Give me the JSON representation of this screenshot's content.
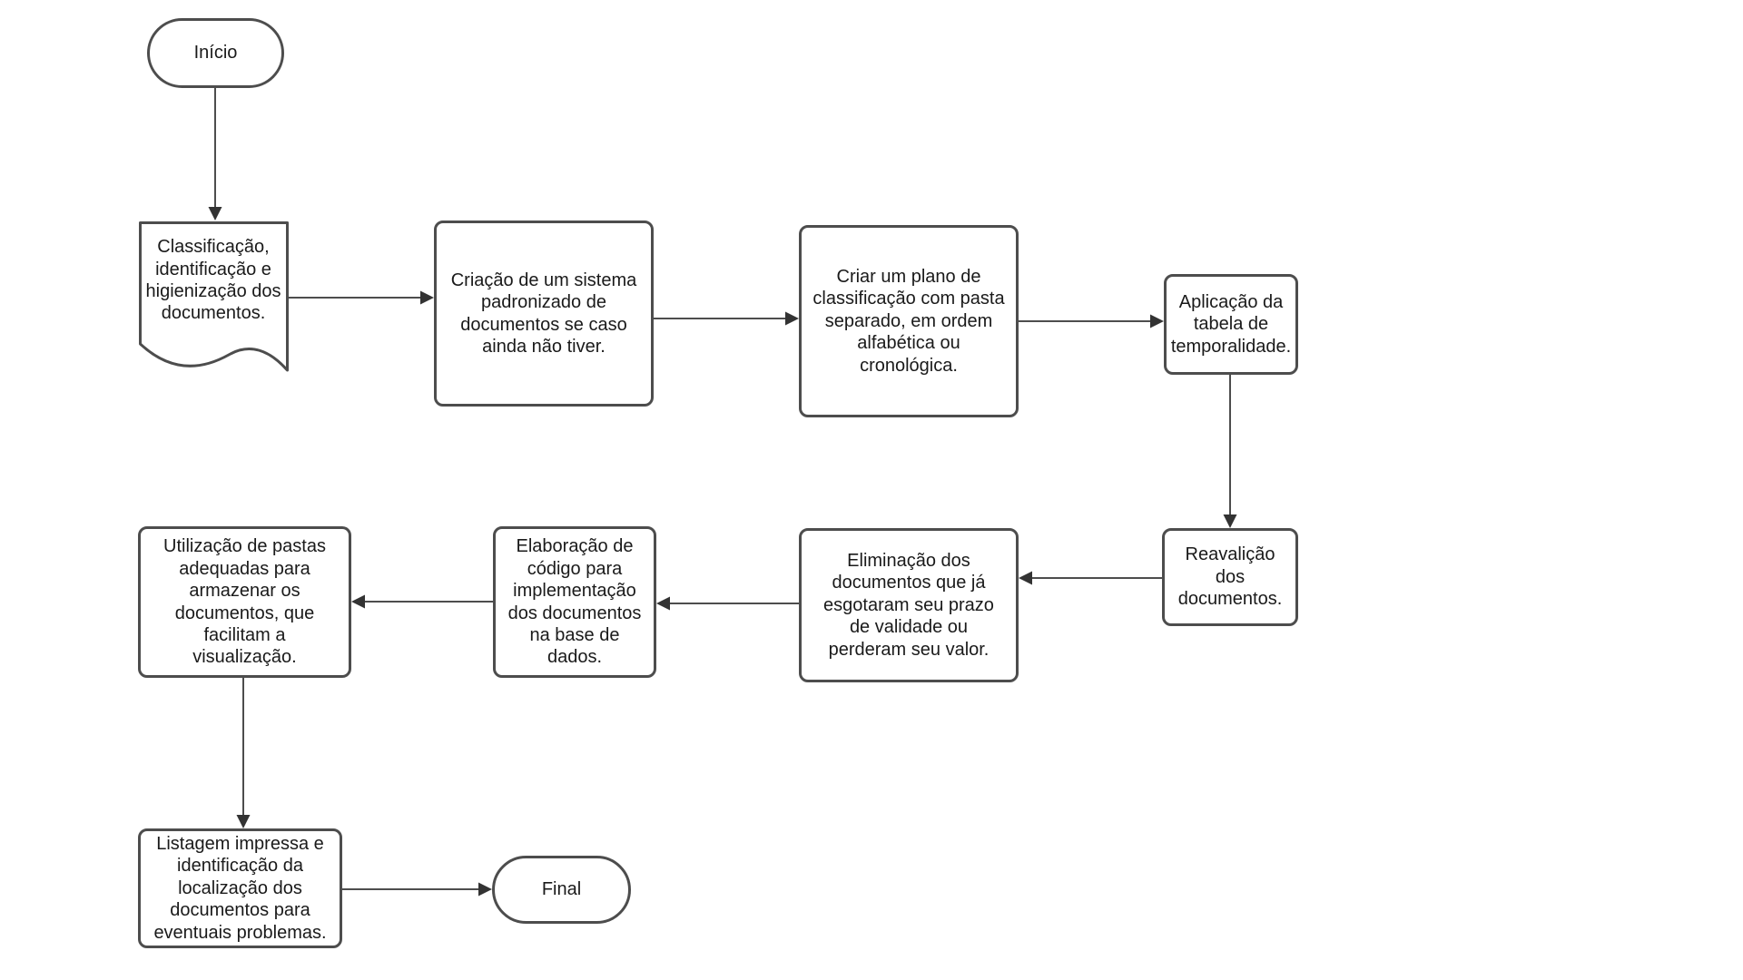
{
  "diagram": {
    "background_color": "#ffffff",
    "stroke_color": "#4d4d4d",
    "text_color": "#1a1a1a",
    "nodes": {
      "inicio": {
        "shape": "terminator",
        "label": "Início"
      },
      "classificacao": {
        "shape": "document",
        "label": "Classificação,\nidentificação e\nhigienização dos\ndocumentos."
      },
      "criacao": {
        "shape": "process",
        "label": "Criação de um sistema\npadronizado de\ndocumentos se caso\nainda não tiver."
      },
      "plano": {
        "shape": "process",
        "label": "Criar um plano de\nclassificação com pasta\nseparado, em ordem\nalfabética ou\ncronológica."
      },
      "aplicacao": {
        "shape": "process",
        "label": "Aplicação da\ntabela de\ntemporalidade."
      },
      "reavalicao": {
        "shape": "process",
        "label": "Reavalição\ndos\ndocumentos."
      },
      "eliminacao": {
        "shape": "process",
        "label": "Eliminação dos\ndocumentos que já\nesgotaram seu prazo\nde validade ou\nperderam seu valor."
      },
      "elaboracao": {
        "shape": "process",
        "label": "Elaboração de\ncódigo para\nimplementação\ndos documentos\nna base de\ndados."
      },
      "utilizacao": {
        "shape": "process",
        "label": "Utilização de pastas\nadequadas para\narmazenar os\ndocumentos, que\nfacilitam a\nvisualização."
      },
      "listagem": {
        "shape": "process",
        "label": "Listagem impressa e\nidentificação da\nlocalização dos\ndocumentos para\neventuais problemas."
      },
      "final": {
        "shape": "terminator",
        "label": "Final"
      }
    },
    "edges": [
      {
        "from": "inicio",
        "to": "classificacao"
      },
      {
        "from": "classificacao",
        "to": "criacao"
      },
      {
        "from": "criacao",
        "to": "plano"
      },
      {
        "from": "plano",
        "to": "aplicacao"
      },
      {
        "from": "aplicacao",
        "to": "reavalicao"
      },
      {
        "from": "reavalicao",
        "to": "eliminacao"
      },
      {
        "from": "eliminacao",
        "to": "elaboracao"
      },
      {
        "from": "elaboracao",
        "to": "utilizacao"
      },
      {
        "from": "utilizacao",
        "to": "listagem"
      },
      {
        "from": "listagem",
        "to": "final"
      }
    ]
  }
}
